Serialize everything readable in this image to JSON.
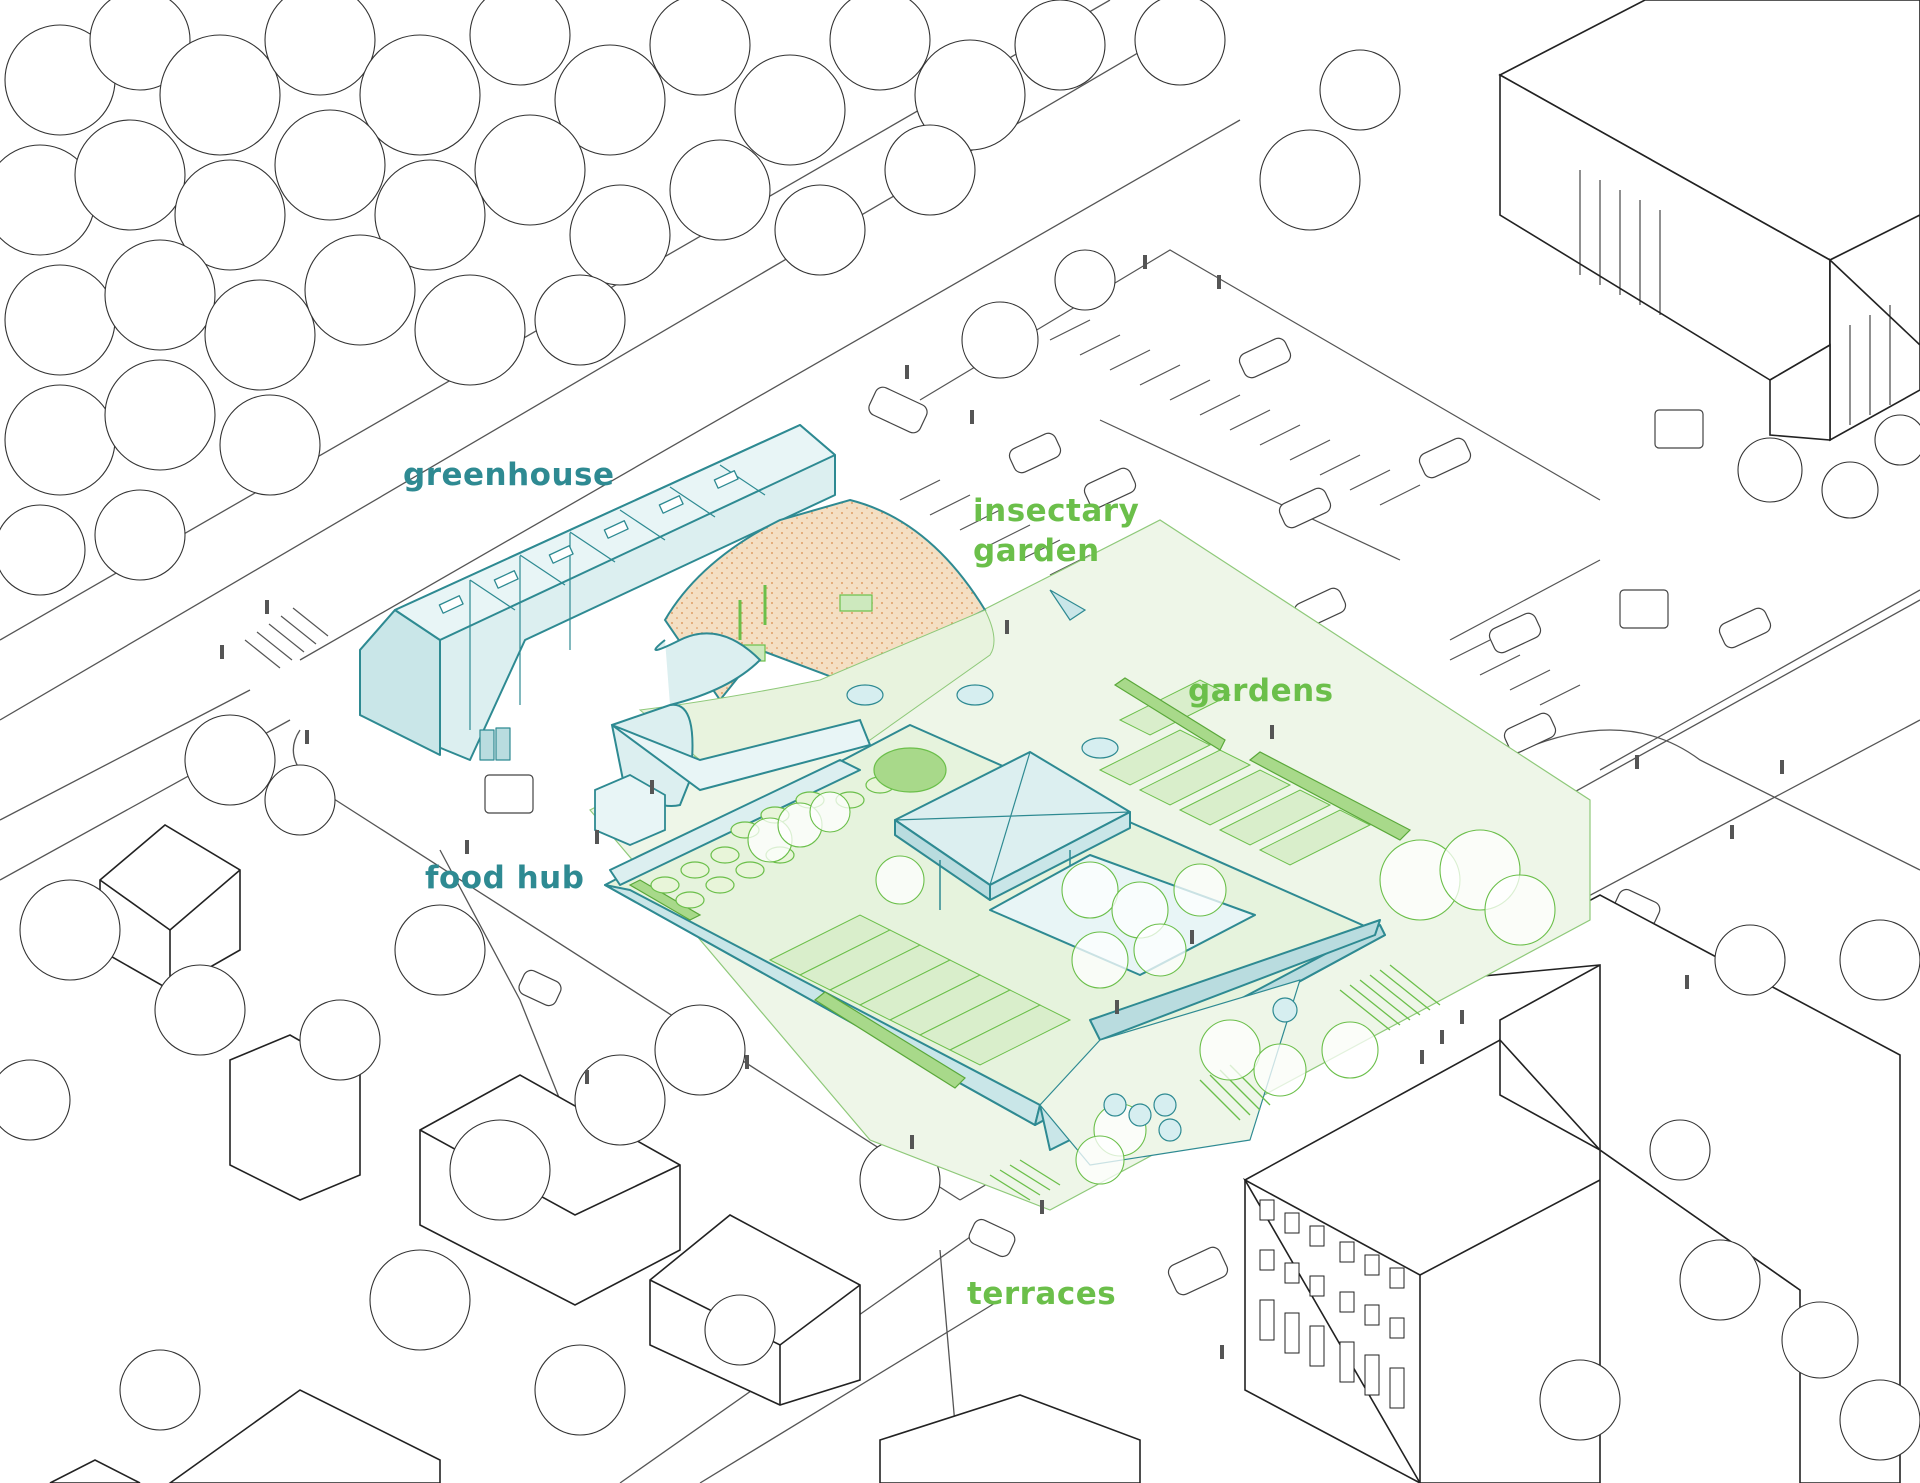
{
  "labels": {
    "greenhouse": "greenhouse",
    "insectary_line1": "insectary",
    "insectary_line2": "garden",
    "gardens": "gardens",
    "food_hub": "food hub",
    "terraces": "terraces"
  },
  "colors": {
    "teal": "#2e8a92",
    "teal_fill": "#dceff0",
    "green": "#6bbf4a",
    "green_fill": "#e6f3dd",
    "sand": "#f3dcc0",
    "line": "#333333"
  }
}
